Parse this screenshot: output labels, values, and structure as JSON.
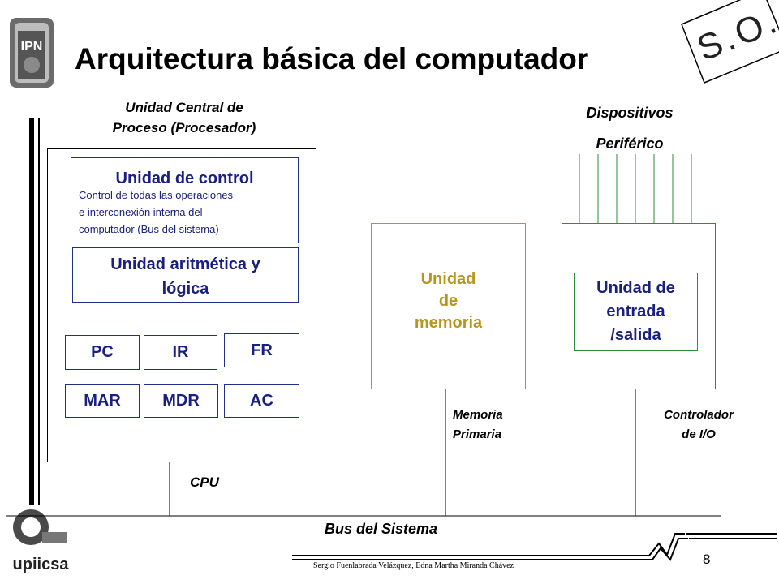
{
  "title": "Arquitectura básica del computador",
  "stamp": "S.O.",
  "cpu_header": [
    "Unidad Central de",
    "Proceso (Procesador)"
  ],
  "devices_header": [
    "Dispositivos",
    "Periférico"
  ],
  "control_unit": {
    "title": "Unidad de control",
    "description": [
      "Control de todas las operaciones",
      "e interconexión  interna del",
      "computador  (Bus del sistema)"
    ]
  },
  "alu": [
    "Unidad aritmética y",
    "lógica"
  ],
  "registers": [
    "PC",
    "IR",
    "FR",
    "MAR",
    "MDR",
    "AC"
  ],
  "memory_unit": [
    "Unidad",
    "de",
    "memoria"
  ],
  "io_unit": [
    "Unidad de",
    "entrada",
    "/salida"
  ],
  "memory_label": [
    "Memoria",
    "Primaria"
  ],
  "io_label": [
    "Controlador",
    "de I/O"
  ],
  "cpu_label": "CPU",
  "bus_label": "Bus del Sistema",
  "footer_authors": "Sergio  Fuenlabrada Velázquez, Edna Martha Miranda Chávez",
  "page_number": "8",
  "logos": {
    "top_left": "IPN",
    "bottom_left": "upiicsa"
  },
  "colors": {
    "navy": "#1a2080",
    "memory": "#b8961e",
    "io": "#2e8b3a"
  }
}
